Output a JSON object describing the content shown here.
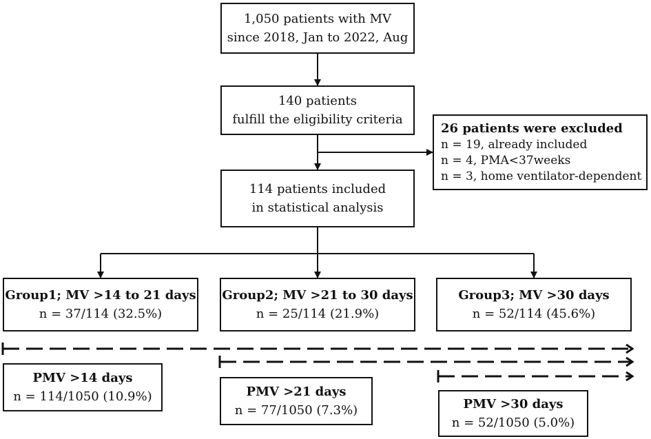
{
  "flowchart": {
    "step1": {
      "line1": "1,050 patients with MV",
      "line2": "since 2018, Jan to 2022, Aug"
    },
    "step2": {
      "line1": "140 patients",
      "line2": "fulfill the eligibility criteria"
    },
    "excluded": {
      "title": "26 patients were excluded",
      "items": [
        "n = 19, already included",
        "n = 4, PMA<37weeks",
        "n = 3, home ventilator-dependent"
      ]
    },
    "step3": {
      "line1": "114 patients included",
      "line2": "in statistical analysis"
    },
    "groups": [
      {
        "title": "Group1; MV >14 to 21 days",
        "count": "n = 37/114 (32.5%)"
      },
      {
        "title": "Group2; MV >21 to 30 days",
        "count": "n = 25/114 (21.9%)"
      },
      {
        "title": "Group3; MV >30 days",
        "count": "n = 52/114 (45.6%)"
      }
    ],
    "pmv": [
      {
        "title": "PMV >14 days",
        "count": "n = 114/1050 (10.9%)"
      },
      {
        "title": "PMV >21 days",
        "count": "n = 77/1050 (7.3%)"
      },
      {
        "title": "PMV >30 days",
        "count": "n = 52/1050 (5.0%)"
      }
    ]
  }
}
